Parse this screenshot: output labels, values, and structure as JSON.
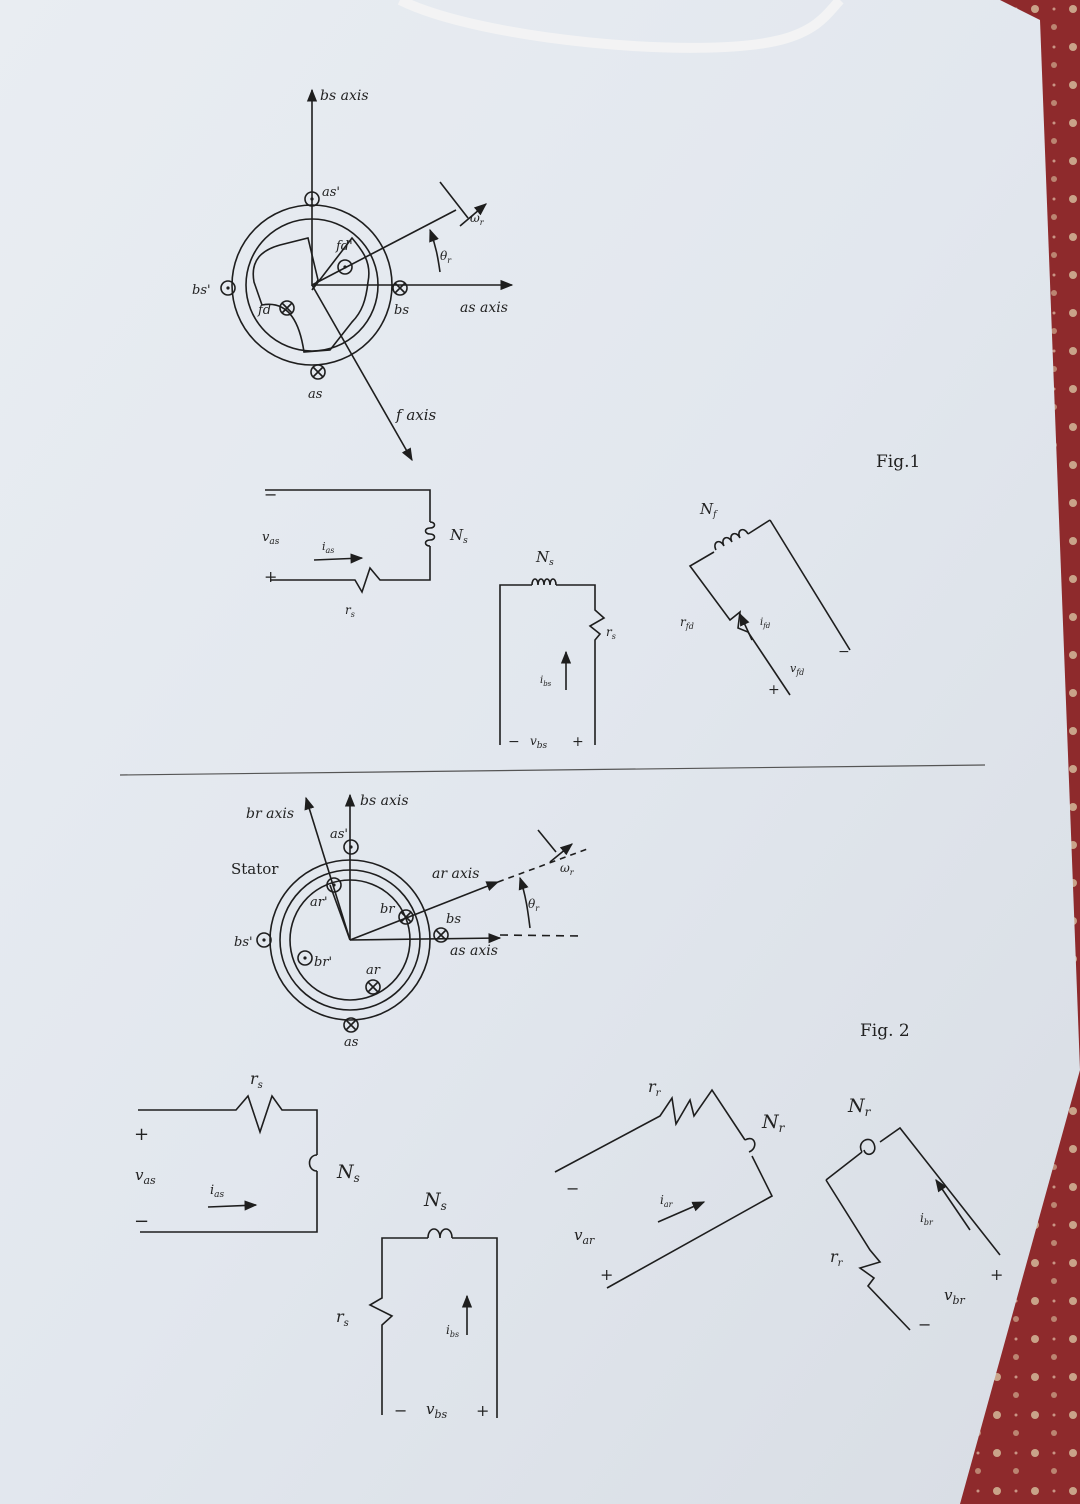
{
  "fig1": {
    "caption": "Fig.1",
    "axes": {
      "bs": "bs axis",
      "as": "as axis",
      "f": "f axis"
    },
    "conductors": {
      "as_prime": "as'",
      "as": "as",
      "bs_prime": "bs'",
      "bs": "bs",
      "fd": "fd",
      "fd_prime": "fd'"
    },
    "speed": "ω",
    "speed_sub": "r",
    "angle": "θ",
    "angle_sub": "r",
    "stator_a": {
      "voltage": "v",
      "voltage_sub": "as",
      "current": "i",
      "current_sub": "as",
      "resistance": "r",
      "resistance_sub": "s",
      "turns": "N",
      "turns_sub": "s",
      "plus": "+",
      "minus": "−"
    },
    "stator_b": {
      "voltage": "v",
      "voltage_sub": "bs",
      "current": "i",
      "current_sub": "bs",
      "resistance": "r",
      "resistance_sub": "s",
      "turns": "N",
      "turns_sub": "s",
      "plus": "+",
      "minus": "−"
    },
    "field": {
      "voltage": "v",
      "voltage_sub": "fd",
      "current": "i",
      "current_sub": "fd",
      "resistance": "r",
      "resistance_sub": "fd",
      "turns": "N",
      "turns_sub": "f",
      "plus": "+",
      "minus": "−"
    }
  },
  "fig2": {
    "caption": "Fig. 2",
    "stator_label": "Stator",
    "axes": {
      "br": "br axis",
      "bs": "bs axis",
      "ar": "ar axis",
      "as": "as axis"
    },
    "conductors": {
      "as_prime": "as'",
      "as": "as",
      "bs_prime": "bs'",
      "bs": "bs",
      "ar_prime": "ar'",
      "ar": "ar",
      "br_prime": "br'",
      "br": "br"
    },
    "speed": "ω",
    "speed_sub": "r",
    "angle": "θ",
    "angle_sub": "r",
    "stator_a": {
      "voltage": "v",
      "voltage_sub": "as",
      "current": "i",
      "current_sub": "as",
      "resistance": "r",
      "resistance_sub": "s",
      "turns": "N",
      "turns_sub": "s",
      "plus": "+",
      "minus": "−"
    },
    "stator_b": {
      "voltage": "v",
      "voltage_sub": "bs",
      "current": "i",
      "current_sub": "bs",
      "resistance": "r",
      "resistance_sub": "s",
      "turns": "N",
      "turns_sub": "s",
      "plus": "+",
      "minus": "−"
    },
    "rotor_a": {
      "voltage": "v",
      "voltage_sub": "ar",
      "current": "i",
      "current_sub": "ar",
      "resistance": "r",
      "resistance_sub": "r",
      "turns": "N",
      "turns_sub": "r",
      "plus": "+",
      "minus": "−"
    },
    "rotor_b": {
      "voltage": "v",
      "voltage_sub": "br",
      "current": "i",
      "current_sub": "br",
      "resistance": "r",
      "resistance_sub": "r",
      "turns": "N",
      "turns_sub": "r",
      "plus": "+",
      "minus": "−"
    }
  },
  "colors": {
    "paper": "#e4e9ef",
    "ink": "#1e1e1e",
    "fabric": "#8e2a2c",
    "fabric_dots": "#d8c2a0"
  }
}
